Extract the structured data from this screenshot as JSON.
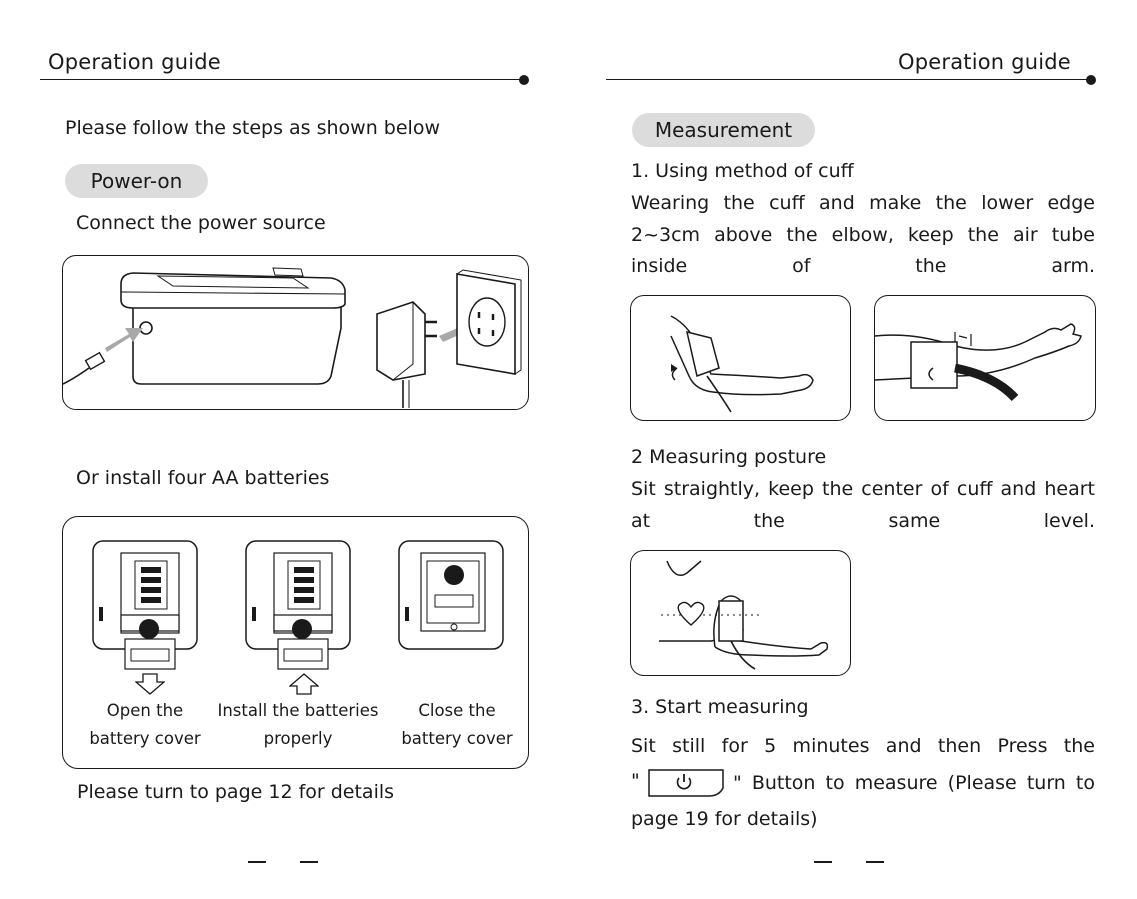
{
  "left": {
    "heading": "Operation guide",
    "intro": "Please follow the steps as shown below",
    "pill": "Power-on",
    "connect": "Connect the power source",
    "batteries": "Or install four AA batteries",
    "captions": [
      {
        "line1": "Open the",
        "line2": "battery cover"
      },
      {
        "line1": "Install the batteries",
        "line2": "properly"
      },
      {
        "line1": "Close the",
        "line2": "battery cover"
      }
    ],
    "footer": "Please turn to page 12 for details"
  },
  "right": {
    "heading": "Operation guide",
    "pill": "Measurement",
    "step1_title": "1. Using method of cuff",
    "step1_lines": [
      "Wearing the cuff and make the lower edge",
      "2~3cm above the elbow, keep the air tube",
      "inside of the arm."
    ],
    "step2_title": "2  Measuring posture",
    "step2_lines": [
      "Sit straightly, keep the center of cuff and heart",
      "at the same level."
    ],
    "step3_title": "3.   Start measuring",
    "step3_line1": "Sit still for 5 minutes and then Press the",
    "step3_quote_open": "\"",
    "step3_quote_close": "\" Button to measure (Please turn to",
    "step3_line3": "page 19 for details)"
  },
  "colors": {
    "ink": "#1a1a1a",
    "pill_bg": "#dcdcdc",
    "arrow_gray": "#a8a8a8"
  },
  "icons": [
    "power-icon",
    "heart-icon"
  ]
}
